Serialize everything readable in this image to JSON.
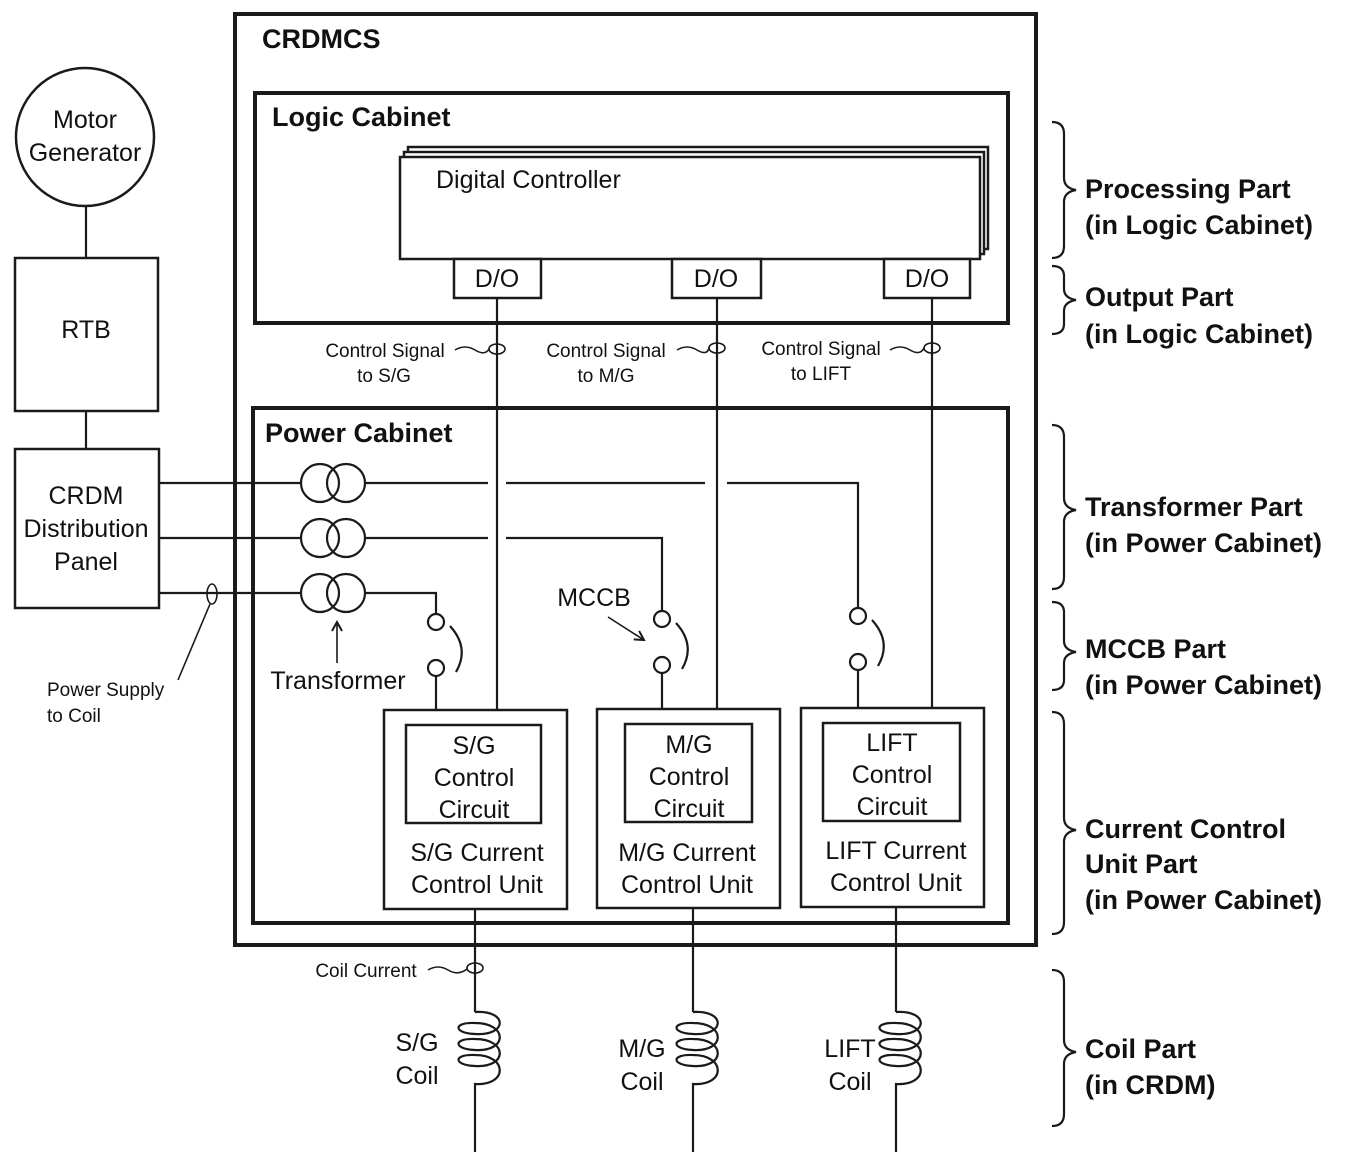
{
  "crdmcs": {
    "title": "CRDMCS"
  },
  "logic_cabinet": {
    "title": "Logic Cabinet",
    "controller_label": "Digital Controller",
    "outputs": [
      "D/O",
      "D/O",
      "D/O"
    ]
  },
  "control_signals": [
    {
      "line1": "Control Signal",
      "line2": "to S/G"
    },
    {
      "line1": "Control Signal",
      "line2": "to M/G"
    },
    {
      "line1": "Control Signal",
      "line2": "to LIFT"
    }
  ],
  "power_cabinet": {
    "title": "Power Cabinet",
    "mccb_label": "MCCB",
    "transformer_label": "Transformer",
    "units": [
      {
        "circuit": [
          "S/G",
          "Control",
          "Circuit"
        ],
        "unit": [
          "S/G Current",
          "Control Unit"
        ]
      },
      {
        "circuit": [
          "M/G",
          "Control",
          "Circuit"
        ],
        "unit": [
          "M/G Current",
          "Control Unit"
        ]
      },
      {
        "circuit": [
          "LIFT",
          "Control",
          "Circuit"
        ],
        "unit": [
          "LIFT Current",
          "Control Unit"
        ]
      }
    ]
  },
  "left_column": {
    "motor_generator": [
      "Motor",
      "Generator"
    ],
    "rtb": "RTB",
    "distribution_panel": [
      "CRDM",
      "Distribution",
      "Panel"
    ],
    "power_supply": [
      "Power Supply",
      "to Coil"
    ]
  },
  "coil_current_label": "Coil Current",
  "coils": [
    [
      "S/G",
      "Coil"
    ],
    [
      "M/G",
      "Coil"
    ],
    [
      "LIFT",
      "Coil"
    ]
  ],
  "parts": [
    [
      "Processing Part",
      "(in Logic Cabinet)"
    ],
    [
      "Output Part",
      "(in Logic Cabinet)"
    ],
    [
      "Transformer Part",
      "(in Power Cabinet)"
    ],
    [
      "MCCB Part",
      "(in Power Cabinet)"
    ],
    [
      "Current Control",
      "Unit Part",
      "(in Power Cabinet)"
    ],
    [
      "Coil Part",
      "(in CRDM)"
    ]
  ]
}
